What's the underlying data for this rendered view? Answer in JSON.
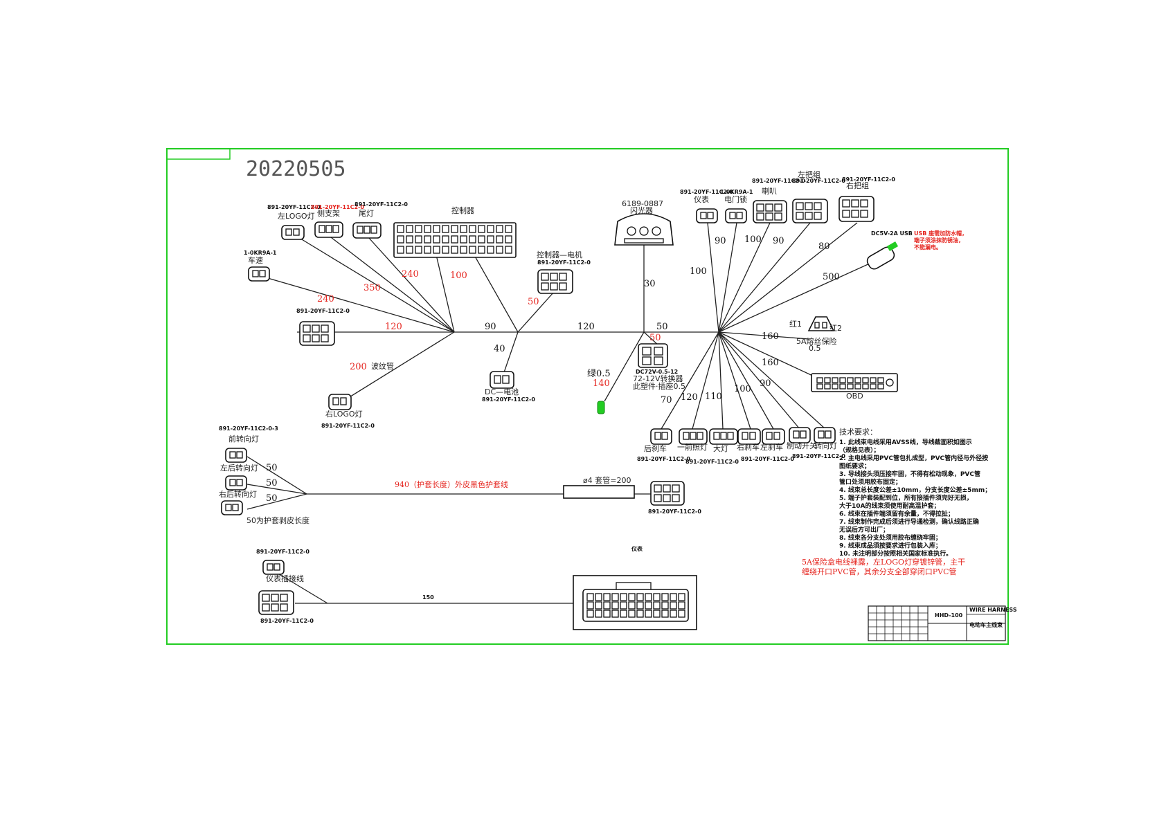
{
  "drawing": {
    "date_code": "20220505",
    "frame_color": "#22cc22",
    "accent_color": "#e5251f",
    "lengths": {
      "l_lamp_rear": "240",
      "l_logo": "350",
      "l_tail": "240",
      "l_ctrl": "100",
      "l_main_left": "120",
      "l_aux": "200",
      "l_aux_note": "波纹管",
      "l_trunk1": "90",
      "l_dc": "40",
      "l_motor": "50",
      "l_trunk2": "120",
      "l_flash": "30",
      "l_trunk3": "50",
      "l_conv": "50",
      "l_green": "绿0.5",
      "l_green2": "140",
      "l_sw1": "100",
      "l_sw2": "90",
      "l_sw3": "100",
      "l_sw4": "90",
      "l_sw5": "80",
      "l_usb": "500",
      "l_fuse": "160",
      "l_obd": "160",
      "l_b1": "70",
      "l_b2": "120",
      "l_b3": "110",
      "l_b4": "100",
      "l_b5": "90",
      "l_turn1": "50",
      "l_turn2": "50",
      "l_turn3": "50"
    },
    "labels": {
      "left_logo": "左LOGO灯",
      "side_stand": "侧支架",
      "tail": "尾灯",
      "controller": "控制器",
      "speed": "车速",
      "ctrl_motor": "控制器—电机",
      "rear_logo": "右LOGO灯",
      "dc": "DC—电池",
      "flasher_pn": "6189-0887",
      "flasher": "闪光器",
      "conv_pn": "DC72V-0.5-12",
      "conv": "72-12V转换器",
      "conv_note": "此塑件·插座0.5",
      "ign": "仪表",
      "lock": "电门锁",
      "horn": "喇叭",
      "rswitch": "右把组",
      "lswitch": "左把组",
      "fuse": "5A熔丝保险",
      "fuse_val": "0.5",
      "red1": "红1",
      "red2": "红2",
      "obd": "OBD",
      "tail_brake": "后刹车",
      "headlamp": "一前照灯",
      "main_light": "大灯",
      "right_brake": "右刹车",
      "left_brake": "左刹车",
      "brake_low": "制动开关",
      "turn_group": "转向灯",
      "turn_front_l": "前转向灯",
      "turn_front_ll": "左后转向灯",
      "turn_front_rr": "右后转向灯",
      "turn_note": "50为护套剥皮长度",
      "sheath": "940（护套长度）外皮黑色护套线",
      "sheath_sleeve": "ø4 套管=200",
      "bottom_pn": "891-20YF-11C2-0",
      "bottom_link": "仪表插接线",
      "bottom_len": "150",
      "ecu_title": "仪表"
    },
    "part_numbers": {
      "p1": "891-20YF-11C2-0",
      "p2": "891-20YF-11C2-0",
      "p3": "891-20YF-11C2-0",
      "p4": "1-0KR9A-1",
      "p5": "891-20YF-11C2-0",
      "p6": "891-20YF-11C2-0",
      "p7": "891-20YF-11C2-0",
      "p8": "891-20YF-11C2-0",
      "p9": "891-20YF-11C2-0",
      "p10": "1-0KR9A-1",
      "p11": "891-20YF-11C2-0",
      "p12": "891-20YF-11C2-0",
      "p13": "891-20YF-11C2-0",
      "p14": "891-20YF-11C2-0",
      "p15": "891-20YF-11C2-0",
      "p16": "891-20YF-11C2-0",
      "p17": "891-20YF-11C2-0",
      "p18": "891-20YF-11C2-0-3",
      "p19": "891-20YF-11C2-0",
      "p20": "891-20YF-11C2-0",
      "usb": "DC5V-2A USB"
    },
    "usb_note": [
      "USB 座需加防水帽，",
      "端子须涂抹防锈油，",
      "不能漏电。"
    ],
    "tech_title": "技术要求：",
    "tech_notes": [
      "1. 此线束电线采用AVSS线，导线截面积如图示",
      "（规格见表）；",
      "2. 主电线采用PVC管包扎成型，PVC管内径与外径按",
      "图纸要求；",
      "3. 导线接头须压接牢固，不得有松动现象，PVC管",
      "管口处须用胶布固定；",
      "4. 线束总长度公差±10mm，分支长度公差±5mm；",
      "5. 端子护套装配到位，所有接插件须完好无损，",
      "大于10A的线束须使用耐高温护套；",
      "6. 线束在插件端须留有余量，不得拉扯；",
      "7. 线束制作完成后须进行导通检测，确认线路正确",
      "无误后方可出厂；",
      "8. 线束各分支处须用胶布缠绕牢固；",
      "9. 线束成品须按要求进行包装入库；",
      "10. 未注明部分按照相关国家标准执行。"
    ],
    "red_notes": [
      "5A保险盒电线裸露，左LOGO灯穿镀锌管，主干",
      "缠绕开口PVC管，其余分支全部穿闭口PVC管"
    ],
    "title_block": {
      "drawing_no": "HHD-100",
      "name": "电动车主线束",
      "sheet": "WIRE HARNESS"
    }
  }
}
